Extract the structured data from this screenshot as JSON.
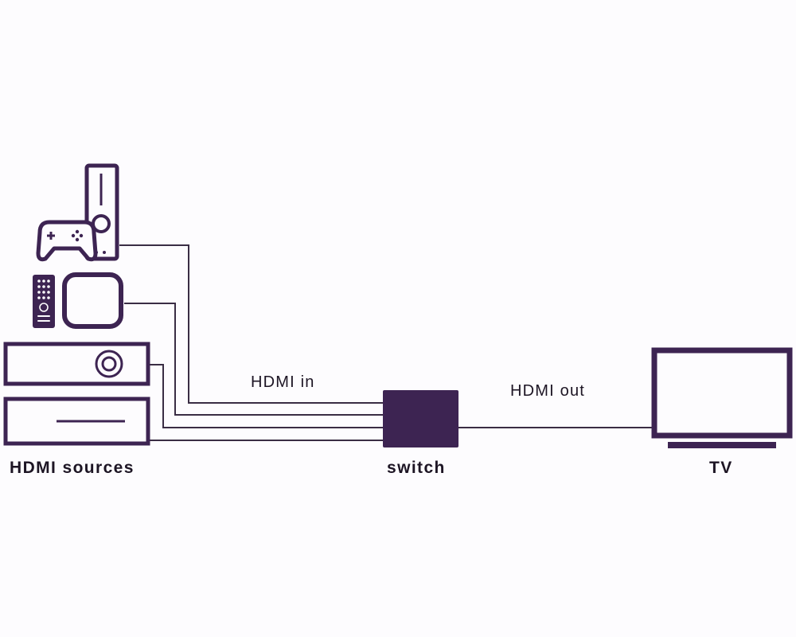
{
  "labels": {
    "sources": "HDMI sources",
    "switch": "switch",
    "tv": "TV",
    "hdmi_in": "HDMI in",
    "hdmi_out": "HDMI out"
  },
  "devices": {
    "game_console": "game-console-icon",
    "controller": "gamepad-icon",
    "remote": "remote-control-icon",
    "streaming_box": "streaming-box-icon",
    "receiver": "av-receiver-icon",
    "player": "disc-player-icon",
    "switch": "hdmi-switch-icon",
    "tv": "tv-icon"
  },
  "colors": {
    "device": "#3d2452",
    "cable": "#3a2d44",
    "text": "#1d1524",
    "background": "#fdfcfe"
  }
}
